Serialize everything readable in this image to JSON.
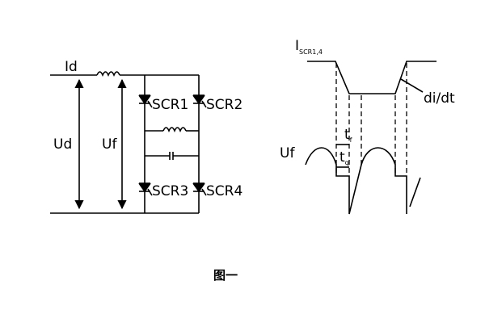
{
  "circuit": {
    "current_label": "Id",
    "dc_voltage_label": "Ud",
    "output_voltage_label": "Uf",
    "thyristors": {
      "t1": "SCR1",
      "t2": "SCR2",
      "t3": "SCR3",
      "t4": "SCR4"
    }
  },
  "waveform": {
    "current_label_main": "I",
    "current_label_sub": "SCR1,4",
    "slope_label": "di/dt",
    "voltage_label": "Uf",
    "tf_main": "t",
    "tf_sub": "f",
    "tq_main": "t",
    "tq_sub": "q"
  },
  "caption": "图一"
}
